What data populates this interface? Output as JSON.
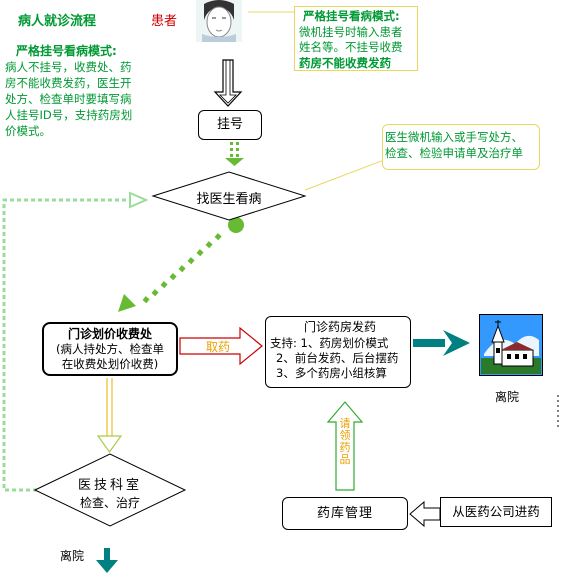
{
  "title": "病人就诊流程",
  "patient_label": "患者",
  "left_note": {
    "heading": "严格挂号看病模式:",
    "lines": [
      "病人不挂号，收费处、药",
      "房不能收费发药，医生开",
      "处方、检查单时要填写病",
      "人挂号ID号，支持药房划",
      "价模式。"
    ]
  },
  "top_note": {
    "lines": [
      "严格挂号看病模式:",
      "微机挂号时输入患者",
      "姓名等。不挂号收费",
      "药房不能收费发药"
    ]
  },
  "doctor_note": {
    "lines": [
      "医生微机输入或手写处方、",
      "检查、检验申请单及治疗单"
    ]
  },
  "nodes": {
    "register": "挂号",
    "see_doctor": "找医生看病",
    "billing": {
      "title": "门诊划价收费处",
      "lines": [
        "(病人持处方、检查单",
        "在收费处划价收费)"
      ]
    },
    "pharmacy": {
      "title": "门诊药房发药",
      "lines": [
        "支持: 1、药房划价模式",
        "2、前台发药、后台摆药",
        "3、多个药房小组核算"
      ]
    },
    "medtech": {
      "title": "医技科室",
      "subtitle": "检查、治疗"
    },
    "warehouse": "药库管理",
    "supplier": "从医药公司进药"
  },
  "edge_labels": {
    "take_medicine": "取药",
    "requisition": "请领药品"
  },
  "leave_right": "离院",
  "leave_bottom": "离院",
  "colors": {
    "green_text": "#009933",
    "red_text": "#cc0000",
    "orange": "#e8a000",
    "teal": "#008080",
    "leaf": "#66bb33"
  }
}
